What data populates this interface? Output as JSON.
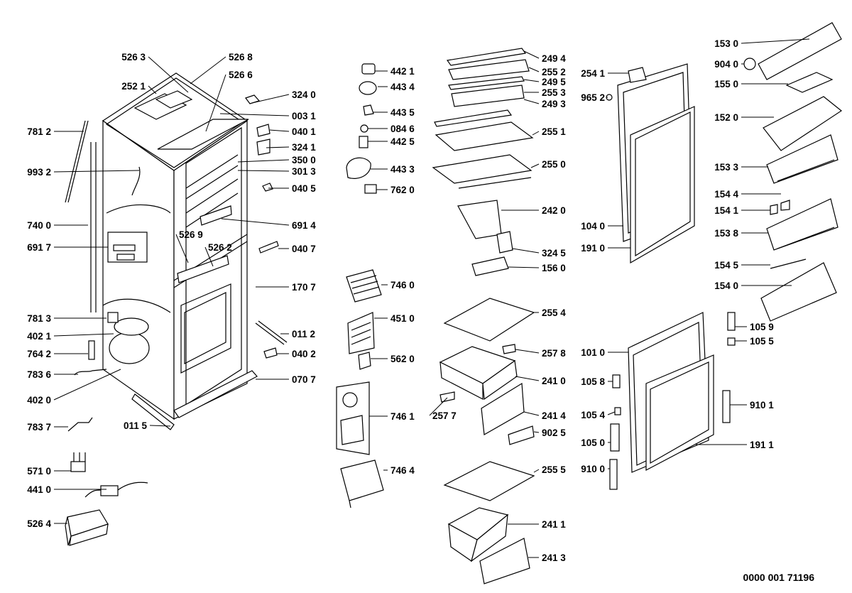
{
  "drawing_number": "0000 001 71196",
  "labels": [
    {
      "id": "l5263",
      "text": "526 3"
    },
    {
      "id": "l5268",
      "text": "526 8"
    },
    {
      "id": "l2521",
      "text": "252 1"
    },
    {
      "id": "l5266",
      "text": "526 6"
    },
    {
      "id": "l3240",
      "text": "324 0"
    },
    {
      "id": "l0031",
      "text": "003 1"
    },
    {
      "id": "l7812",
      "text": "781 2"
    },
    {
      "id": "l0401",
      "text": "040 1"
    },
    {
      "id": "l3241",
      "text": "324 1"
    },
    {
      "id": "l3500",
      "text": "350 0"
    },
    {
      "id": "l9932",
      "text": "993 2"
    },
    {
      "id": "l3013",
      "text": "301 3"
    },
    {
      "id": "l0405",
      "text": "040 5"
    },
    {
      "id": "l7400",
      "text": "740 0"
    },
    {
      "id": "l6914",
      "text": "691 4"
    },
    {
      "id": "l5269",
      "text": "526 9"
    },
    {
      "id": "l6917",
      "text": "691 7"
    },
    {
      "id": "l5262",
      "text": "526 2"
    },
    {
      "id": "l0407",
      "text": "040 7"
    },
    {
      "id": "l1707",
      "text": "170 7"
    },
    {
      "id": "l7813",
      "text": "781 3"
    },
    {
      "id": "l4021",
      "text": "402 1"
    },
    {
      "id": "l0112",
      "text": "011 2"
    },
    {
      "id": "l7642",
      "text": "764 2"
    },
    {
      "id": "l0402",
      "text": "040 2"
    },
    {
      "id": "l7836",
      "text": "783 6"
    },
    {
      "id": "l0707",
      "text": "070 7"
    },
    {
      "id": "l4020",
      "text": "402 0"
    },
    {
      "id": "l7837",
      "text": "783 7"
    },
    {
      "id": "l0115",
      "text": "011 5"
    },
    {
      "id": "l5710",
      "text": "571 0"
    },
    {
      "id": "l4410",
      "text": "441 0"
    },
    {
      "id": "l5264",
      "text": "526 4"
    },
    {
      "id": "l4421",
      "text": "442 1"
    },
    {
      "id": "l4434",
      "text": "443 4"
    },
    {
      "id": "l4435",
      "text": "443 5"
    },
    {
      "id": "l0846",
      "text": "084 6"
    },
    {
      "id": "l4425",
      "text": "442 5"
    },
    {
      "id": "l4433",
      "text": "443 3"
    },
    {
      "id": "l7620",
      "text": "762 0"
    },
    {
      "id": "l7460",
      "text": "746 0"
    },
    {
      "id": "l4510",
      "text": "451 0"
    },
    {
      "id": "l5620",
      "text": "562 0"
    },
    {
      "id": "l7461",
      "text": "746 1"
    },
    {
      "id": "l7464",
      "text": "746 4"
    },
    {
      "id": "l2494",
      "text": "249 4"
    },
    {
      "id": "l2552",
      "text": "255 2"
    },
    {
      "id": "l2495",
      "text": "249 5"
    },
    {
      "id": "l2553",
      "text": "255 3"
    },
    {
      "id": "l2493",
      "text": "249 3"
    },
    {
      "id": "l2551",
      "text": "255 1"
    },
    {
      "id": "l2550",
      "text": "255 0"
    },
    {
      "id": "l2420",
      "text": "242 0"
    },
    {
      "id": "l3245",
      "text": "324 5"
    },
    {
      "id": "l1560",
      "text": "156 0"
    },
    {
      "id": "l2554",
      "text": "255 4"
    },
    {
      "id": "l2578",
      "text": "257 8"
    },
    {
      "id": "l2410",
      "text": "241 0"
    },
    {
      "id": "l2577",
      "text": "257 7"
    },
    {
      "id": "l2414",
      "text": "241 4"
    },
    {
      "id": "l9025",
      "text": "902 5"
    },
    {
      "id": "l2555",
      "text": "255 5"
    },
    {
      "id": "l2411",
      "text": "241 1"
    },
    {
      "id": "l2413",
      "text": "241 3"
    },
    {
      "id": "l2541",
      "text": "254 1"
    },
    {
      "id": "l9652",
      "text": "965 2"
    },
    {
      "id": "l1040",
      "text": "104 0"
    },
    {
      "id": "l1910",
      "text": "191 0"
    },
    {
      "id": "l1010",
      "text": "101 0"
    },
    {
      "id": "l1058",
      "text": "105 8"
    },
    {
      "id": "l1054",
      "text": "105 4"
    },
    {
      "id": "l1050",
      "text": "105 0"
    },
    {
      "id": "l9100",
      "text": "910 0"
    },
    {
      "id": "l1530",
      "text": "153 0"
    },
    {
      "id": "l9040",
      "text": "904 0"
    },
    {
      "id": "l1550",
      "text": "155 0"
    },
    {
      "id": "l1520",
      "text": "152 0"
    },
    {
      "id": "l1533",
      "text": "153 3"
    },
    {
      "id": "l1544",
      "text": "154 4"
    },
    {
      "id": "l1541",
      "text": "154 1"
    },
    {
      "id": "l1538",
      "text": "153 8"
    },
    {
      "id": "l1545",
      "text": "154 5"
    },
    {
      "id": "l1540",
      "text": "154 0"
    },
    {
      "id": "l1059",
      "text": "105 9"
    },
    {
      "id": "l1055",
      "text": "105 5"
    },
    {
      "id": "l9101",
      "text": "910 1"
    },
    {
      "id": "l1911",
      "text": "191 1"
    }
  ]
}
